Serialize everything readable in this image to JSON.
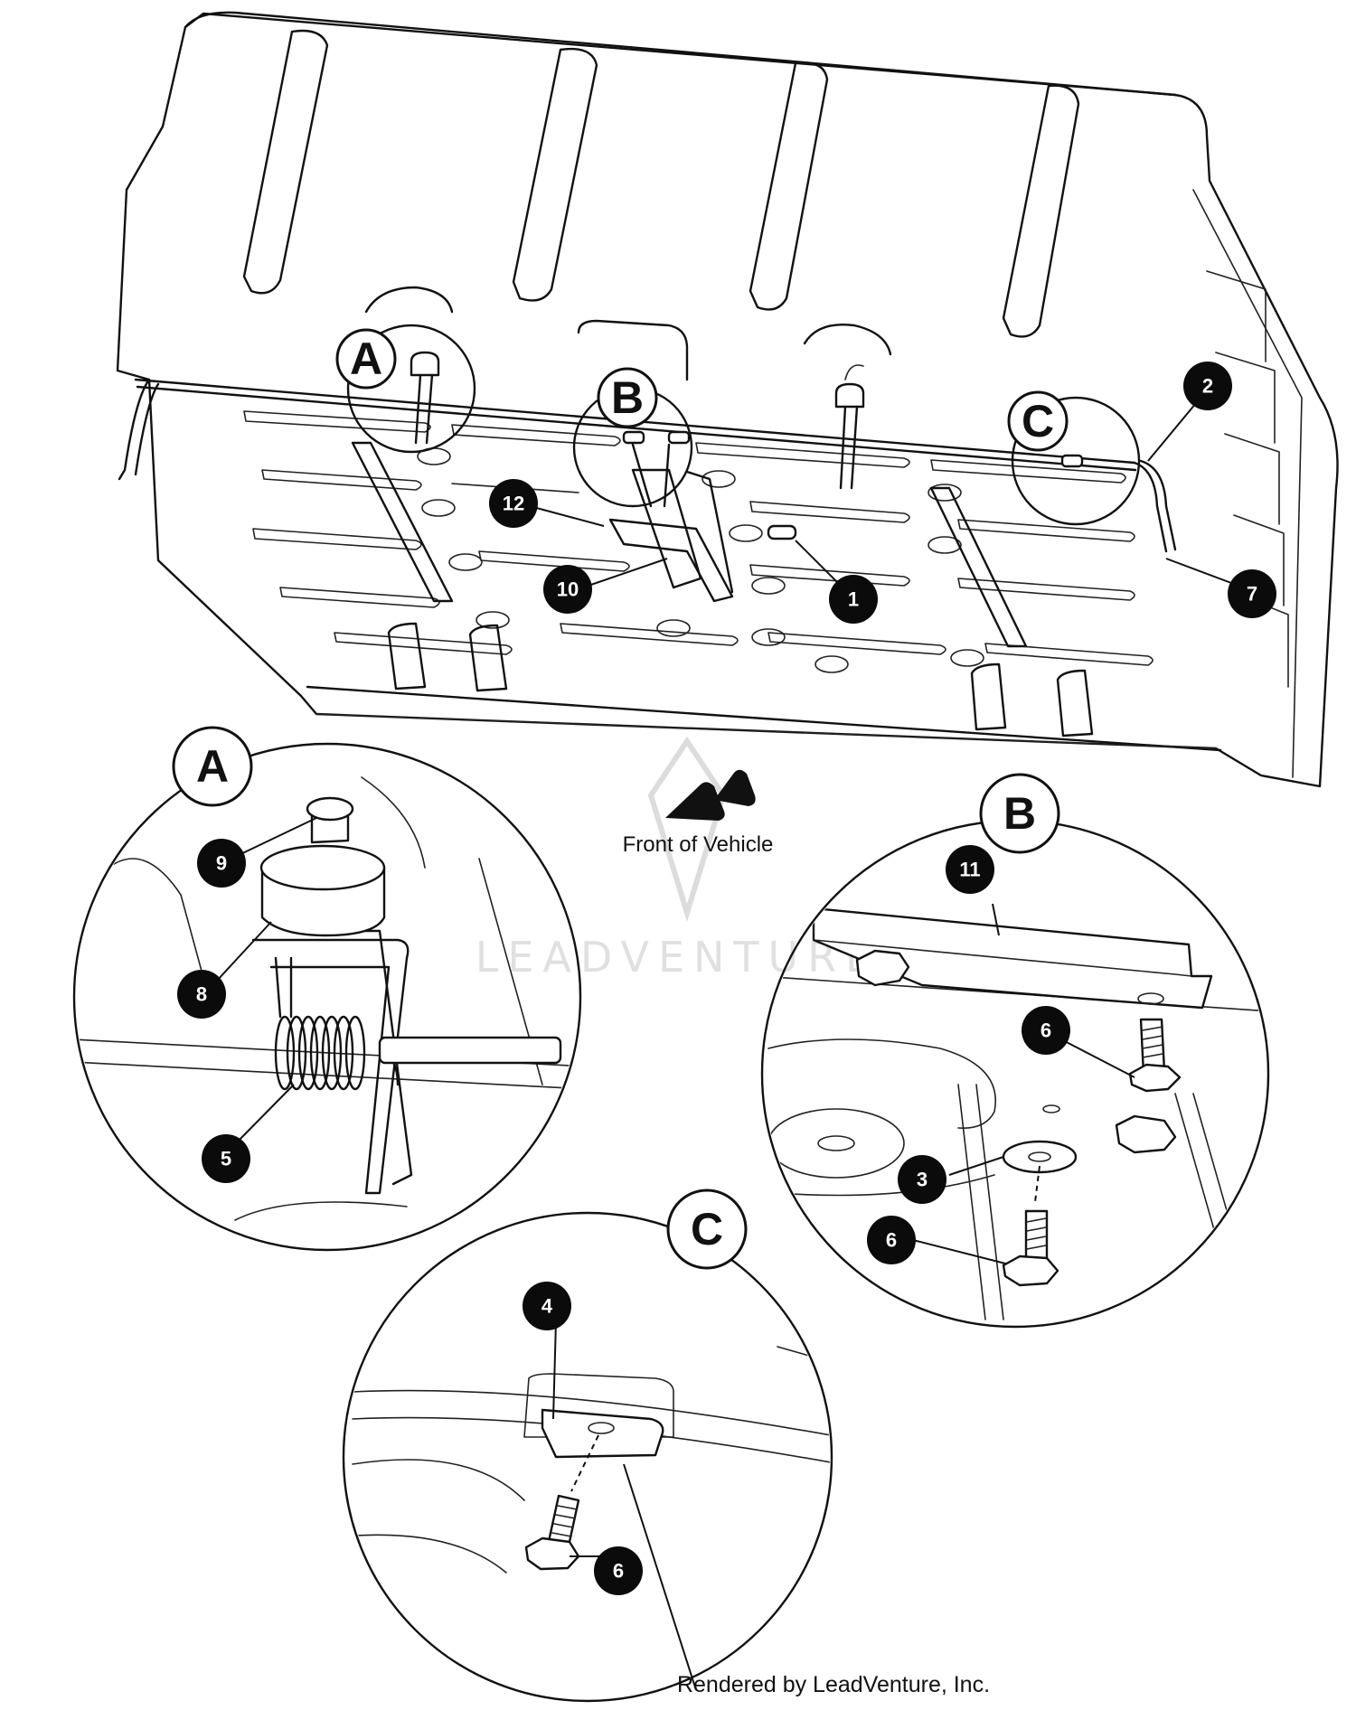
{
  "callouts": {
    "c1": "1",
    "c2": "2",
    "c3": "3",
    "c4": "4",
    "c5": "5",
    "c6": "6",
    "c7": "7",
    "c8": "8",
    "c9": "9",
    "c10": "10",
    "c11": "11",
    "c12": "12"
  },
  "views": {
    "a": "A",
    "b": "B",
    "c": "C"
  },
  "direction_label": "Front of Vehicle",
  "watermark": "LEADVENTURE",
  "footer": "Rendered by LeadVenture, Inc."
}
